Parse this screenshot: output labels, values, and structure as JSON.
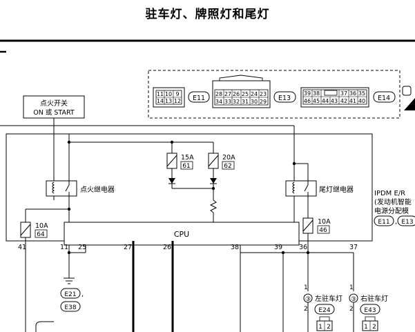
{
  "page": {
    "title": "驻车灯、牌照灯和尾灯"
  },
  "connectors": {
    "e11": {
      "id": "E11",
      "row1": [
        "11",
        "10",
        "9"
      ],
      "row2": [
        "14",
        "13",
        "12"
      ]
    },
    "e13": {
      "id": "E13",
      "row1": [
        "28",
        "27",
        "26",
        "25",
        "24",
        "23"
      ],
      "row2": [
        "34",
        "33",
        "32",
        "31",
        "30",
        "29"
      ]
    },
    "e14": {
      "id": "E14",
      "row1": [
        "39",
        "38",
        "",
        "37",
        "36",
        "35"
      ],
      "row2": [
        "46",
        "45",
        "44",
        "43",
        "42",
        "41",
        "40"
      ]
    }
  },
  "ignition_switch": {
    "line1": "点火开关",
    "line2": "ON 或 START"
  },
  "fuses": {
    "f15a": {
      "rating": "15A",
      "number": "61"
    },
    "f20a": {
      "rating": "20A",
      "number": "62"
    },
    "f10a_left": {
      "rating": "10A",
      "number": "64"
    },
    "f10a_right": {
      "rating": "10A",
      "number": "46"
    }
  },
  "relays": {
    "ignition": "点火继电器",
    "tail": "尾灯继电器"
  },
  "cpu": {
    "label": "CPU"
  },
  "ipdm": {
    "line1": "IPDM E/R",
    "line2": "(发动机智能",
    "line3": "电源分配模",
    "conn1": "E11",
    "conn2": "E13"
  },
  "terminals": [
    "41",
    "11",
    "25",
    "27",
    "26",
    "38",
    "39",
    "36",
    "37"
  ],
  "ground": {
    "conn1": "E21",
    "conn1_suffix": ",",
    "conn2": "E38"
  },
  "lamps": {
    "left": {
      "label": "左驻车灯",
      "conn": "E24",
      "pin_top": "1",
      "pin_bottom": "2",
      "plug": [
        "1",
        "2"
      ],
      "symbol": "③"
    },
    "right": {
      "label": "右驻车灯",
      "conn": "E43",
      "pin_top": "1",
      "pin_bottom": "2",
      "plug": [
        "1",
        "2"
      ],
      "symbol": "③"
    }
  }
}
